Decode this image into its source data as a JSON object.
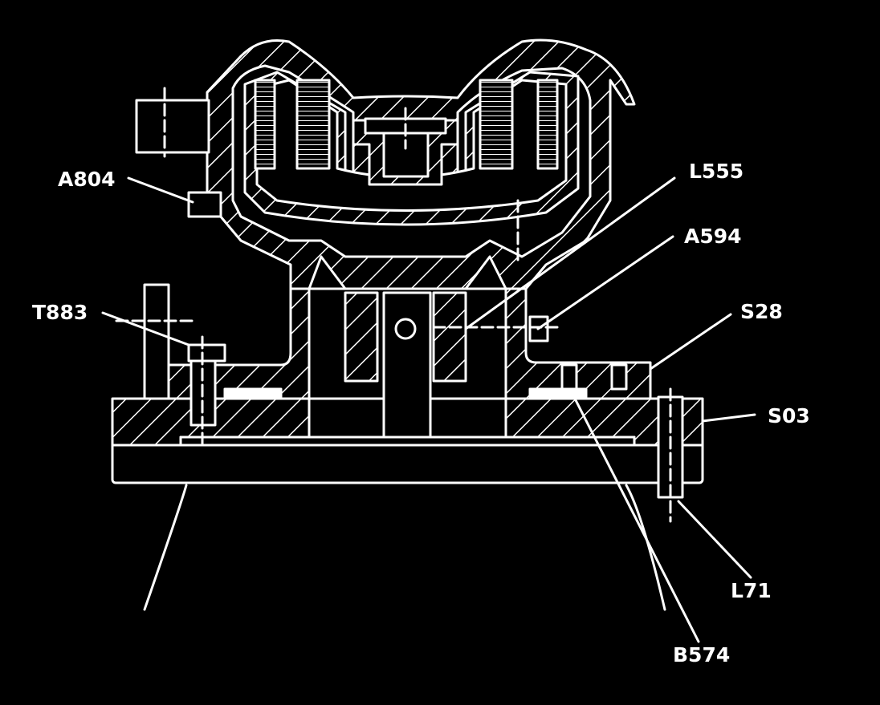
{
  "colors": {
    "background": "#000000",
    "line": "#ffffff"
  },
  "labels": {
    "a804": "A804",
    "t883": "T883",
    "l555": "L555",
    "a594": "A594",
    "s28": "S28",
    "s03": "S03",
    "l71": "L71",
    "b574": "B574"
  }
}
